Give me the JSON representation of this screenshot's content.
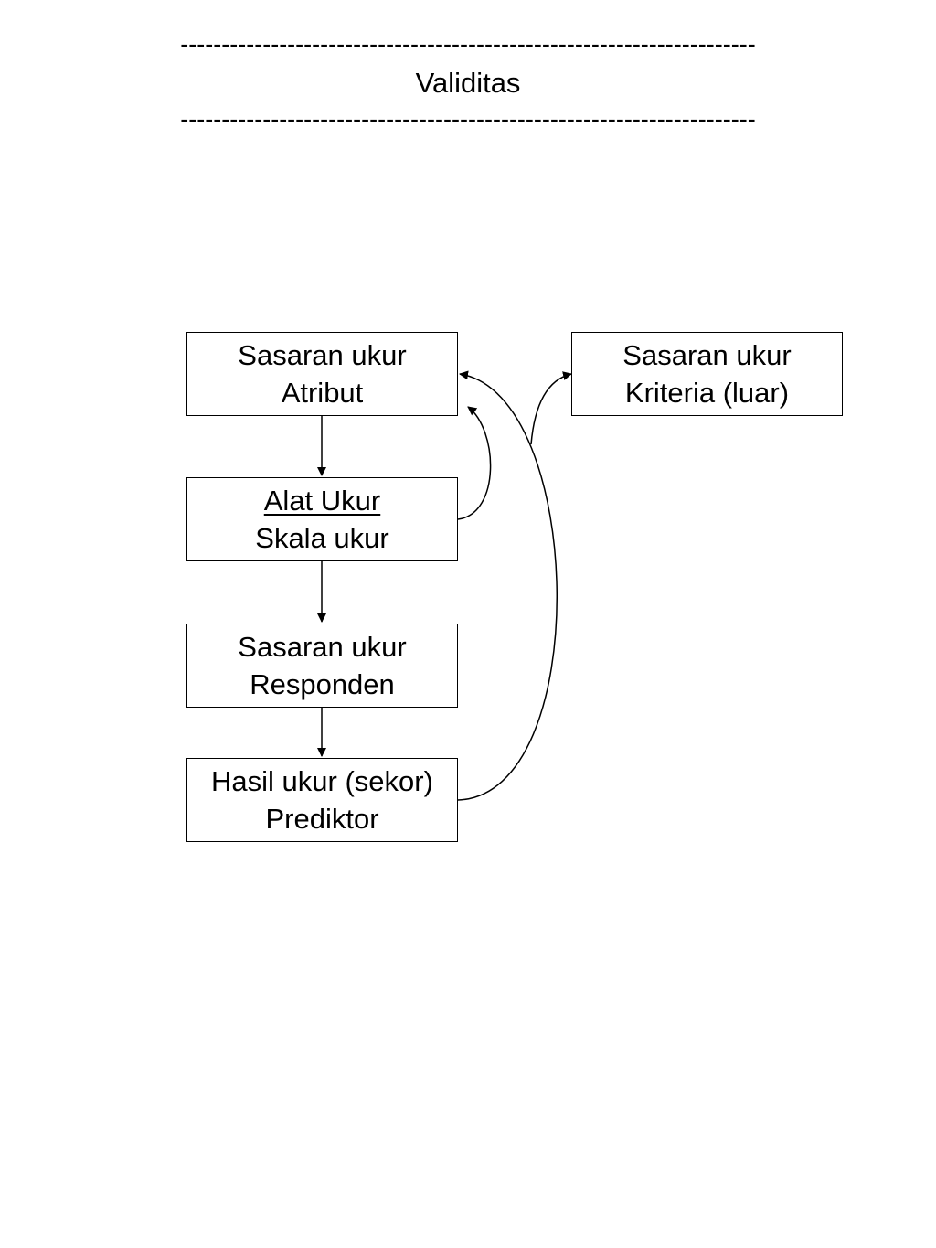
{
  "header": {
    "rule_top": "----------------------------------------------------------------------",
    "title": "Validitas",
    "rule_bottom": "----------------------------------------------------------------------"
  },
  "nodes": {
    "atribut": {
      "line1": "Sasaran ukur",
      "line2": "Atribut"
    },
    "kriteria": {
      "line1": "Sasaran ukur",
      "line2": "Kriteria (luar)"
    },
    "alat": {
      "line1": "Alat Ukur",
      "line2": "Skala ukur"
    },
    "responden": {
      "line1": "Sasaran ukur",
      "line2": "Responden"
    },
    "hasil": {
      "line1": "Hasil ukur (sekor)",
      "line2": "Prediktor"
    }
  },
  "edges": [
    {
      "from": "atribut",
      "to": "alat"
    },
    {
      "from": "alat",
      "to": "responden"
    },
    {
      "from": "responden",
      "to": "hasil"
    },
    {
      "from": "alat",
      "to": "atribut"
    },
    {
      "from": "hasil",
      "to": "atribut"
    },
    {
      "from": "hasil",
      "to": "kriteria"
    }
  ],
  "colors": {
    "line": "#000000",
    "background": "#ffffff"
  }
}
